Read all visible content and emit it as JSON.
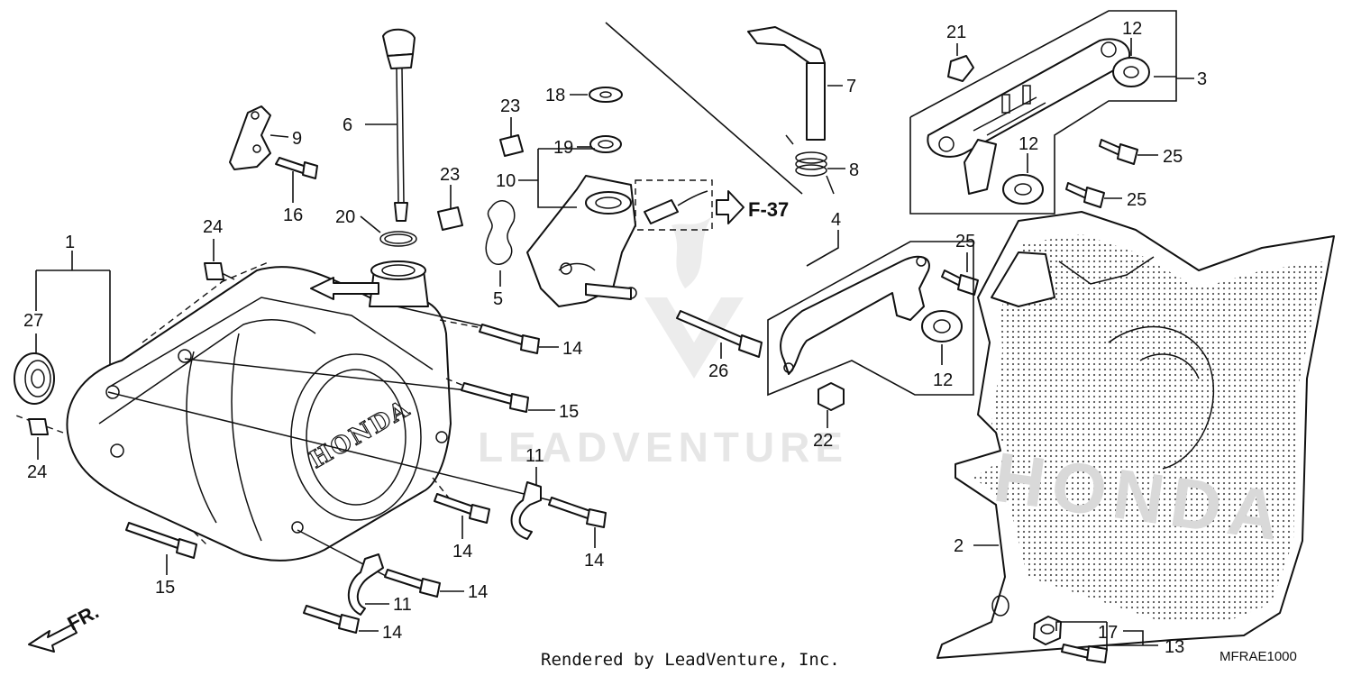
{
  "diagram": {
    "callouts": [
      {
        "id": "c1",
        "text": "1"
      },
      {
        "id": "c2",
        "text": "2"
      },
      {
        "id": "c3",
        "text": "3"
      },
      {
        "id": "c4",
        "text": "4"
      },
      {
        "id": "c5",
        "text": "5"
      },
      {
        "id": "c6",
        "text": "6"
      },
      {
        "id": "c7",
        "text": "7"
      },
      {
        "id": "c8",
        "text": "8"
      },
      {
        "id": "c9",
        "text": "9"
      },
      {
        "id": "c10",
        "text": "10"
      },
      {
        "id": "c11a",
        "text": "11"
      },
      {
        "id": "c11b",
        "text": "11"
      },
      {
        "id": "c12a",
        "text": "12"
      },
      {
        "id": "c12b",
        "text": "12"
      },
      {
        "id": "c12c",
        "text": "12"
      },
      {
        "id": "c13",
        "text": "13"
      },
      {
        "id": "c14a",
        "text": "14"
      },
      {
        "id": "c14b",
        "text": "14"
      },
      {
        "id": "c14c",
        "text": "14"
      },
      {
        "id": "c14d",
        "text": "14"
      },
      {
        "id": "c14e",
        "text": "14"
      },
      {
        "id": "c15a",
        "text": "15"
      },
      {
        "id": "c15b",
        "text": "15"
      },
      {
        "id": "c16",
        "text": "16"
      },
      {
        "id": "c17",
        "text": "17"
      },
      {
        "id": "c18",
        "text": "18"
      },
      {
        "id": "c19",
        "text": "19"
      },
      {
        "id": "c20",
        "text": "20"
      },
      {
        "id": "c21",
        "text": "21"
      },
      {
        "id": "c22",
        "text": "22"
      },
      {
        "id": "c23a",
        "text": "23"
      },
      {
        "id": "c23b",
        "text": "23"
      },
      {
        "id": "c24a",
        "text": "24"
      },
      {
        "id": "c24b",
        "text": "24"
      },
      {
        "id": "c25a",
        "text": "25"
      },
      {
        "id": "c25b",
        "text": "25"
      },
      {
        "id": "c25c",
        "text": "25"
      },
      {
        "id": "c26",
        "text": "26"
      },
      {
        "id": "c27",
        "text": "27"
      }
    ],
    "reference_label": "F-37",
    "front_label": "FR.",
    "cover_logo": "HONDA",
    "guard_logo": "HONDA"
  },
  "watermark": "LEADVENTURE",
  "footer": {
    "rendered_by": "Rendered by LeadVenture, Inc.",
    "diagram_code": "MFRAE1000"
  }
}
